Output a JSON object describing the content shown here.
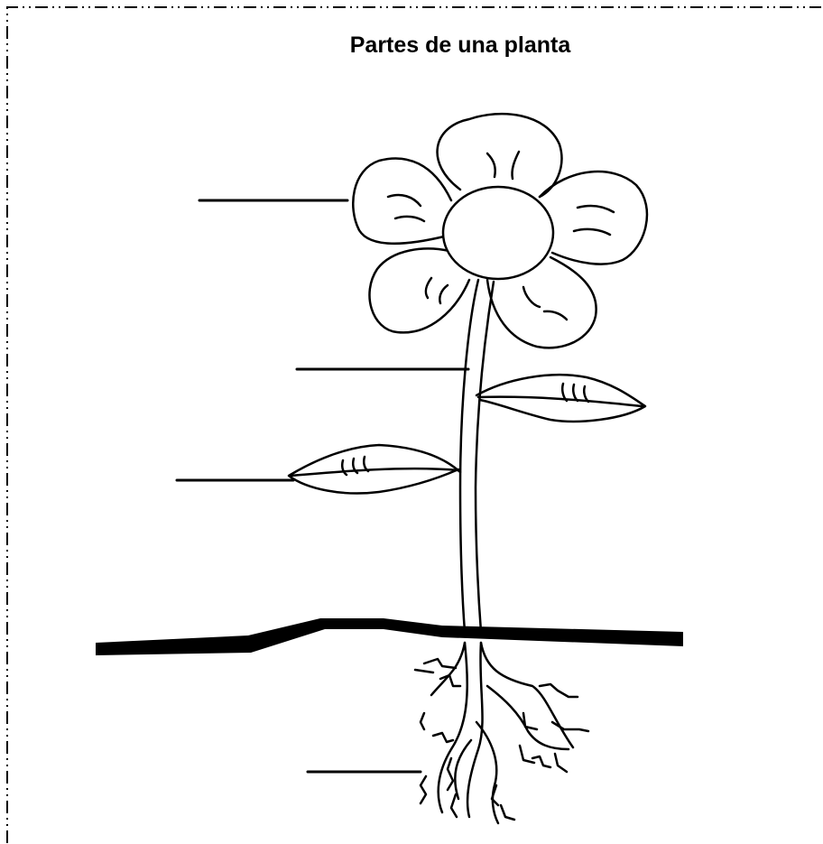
{
  "worksheet": {
    "title": "Partes de una planta",
    "label_blanks": [
      {
        "part": "flower"
      },
      {
        "part": "stem"
      },
      {
        "part": "leaf"
      },
      {
        "part": "roots"
      }
    ]
  }
}
